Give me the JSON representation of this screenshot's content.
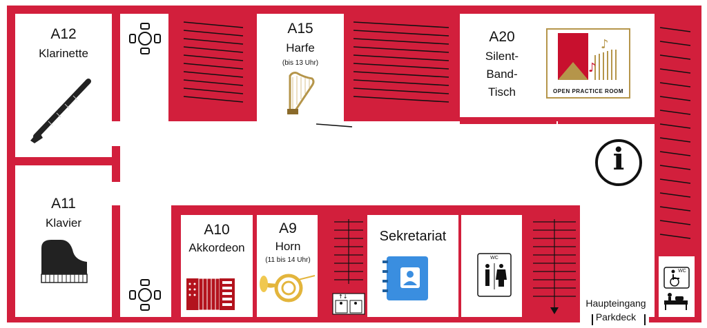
{
  "rooms": {
    "a12": {
      "code": "A12",
      "name": "Klarinette"
    },
    "a11": {
      "code": "A11",
      "name": "Klavier"
    },
    "a15": {
      "code": "A15",
      "name": "Harfe",
      "note": "(bis 13 Uhr)"
    },
    "a20": {
      "code": "A20",
      "name_line1": "Silent-",
      "name_line2": "Band-",
      "name_line3": "Tisch"
    },
    "a10": {
      "code": "A10",
      "name": "Akkordeon"
    },
    "a9": {
      "code": "A9",
      "name": "Horn",
      "note": "(11 bis 14 Uhr)"
    },
    "office": {
      "name": "Sekretariat"
    }
  },
  "logo": {
    "text": "OPEN PRACTICE ROOM",
    "accent_color": "#c8102e",
    "gold_color": "#b5954a"
  },
  "info": {
    "symbol": "i"
  },
  "wc": {
    "label": "WC"
  },
  "wheelchair_wc": {
    "label": "WC"
  },
  "entrance": {
    "line1": "Haupteingang",
    "line2": "Parkdeck"
  },
  "colors": {
    "wall": "#d21f3c",
    "floor": "#ffffff",
    "line": "#111111"
  },
  "icons": [
    "clarinet-icon",
    "grand-piano-icon",
    "harp-icon",
    "french-horn-icon",
    "accordion-icon",
    "contacts-book-icon",
    "table-chairs-icon",
    "elevator-icon",
    "restroom-icon",
    "wheelchair-icon",
    "baby-changing-icon",
    "info-icon"
  ]
}
